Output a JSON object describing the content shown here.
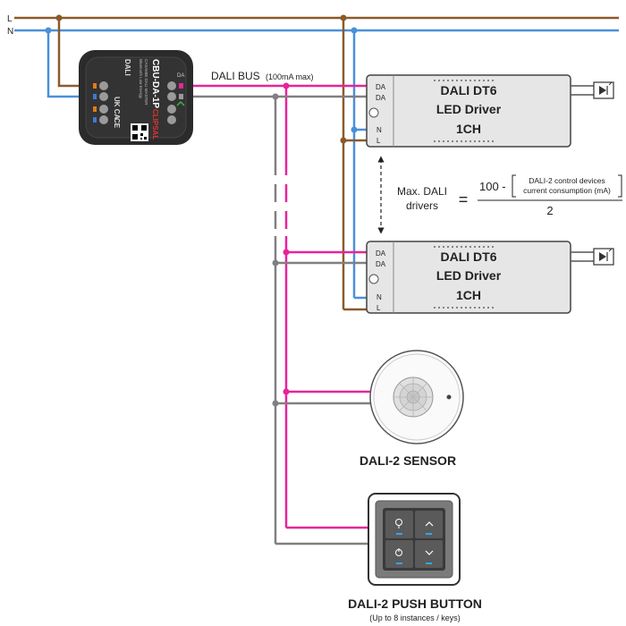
{
  "mains": {
    "line_label": "L",
    "neutral_label": "N"
  },
  "controller": {
    "model": "CBU-DA-1P",
    "brand": "CLIPSAL",
    "subtitle_lines": [
      "CASAMBI DALI MASTER",
      "Bluetooth Low Energy"
    ],
    "dali_logo": "DALI",
    "ukca": "UK CA",
    "ce": "CE",
    "port_labels": [
      "DA",
      "DA"
    ]
  },
  "bus": {
    "label": "DALI BUS",
    "note": "(100mA max)"
  },
  "drivers": [
    {
      "title_lines": [
        "DALI DT6",
        "LED Driver",
        "1CH"
      ],
      "terminals": [
        "DA",
        "DA",
        "N",
        "L"
      ]
    },
    {
      "title_lines": [
        "DALI DT6",
        "LED Driver",
        "1CH"
      ],
      "terminals": [
        "DA",
        "DA",
        "N",
        "L"
      ]
    }
  ],
  "formula": {
    "lhs_lines": [
      "Max. DALI",
      "drivers"
    ],
    "equals": "=",
    "numerator_prefix": "100 -",
    "bracket_lines": [
      "DALI-2 control devices",
      "current consumption (mA)"
    ],
    "denominator": "2"
  },
  "sensor": {
    "label": "DALI-2 SENSOR"
  },
  "push_button": {
    "label": "DALI-2 PUSH BUTTON",
    "note": "(Up to 8 instances / keys)"
  },
  "colors": {
    "line": "#8b5a2b",
    "neutral": "#4a90d9",
    "dali_pink": "#e6259b",
    "dali_grey": "#808080",
    "module": "#2b2b2b",
    "driver_fill": "#e6e6e6"
  }
}
